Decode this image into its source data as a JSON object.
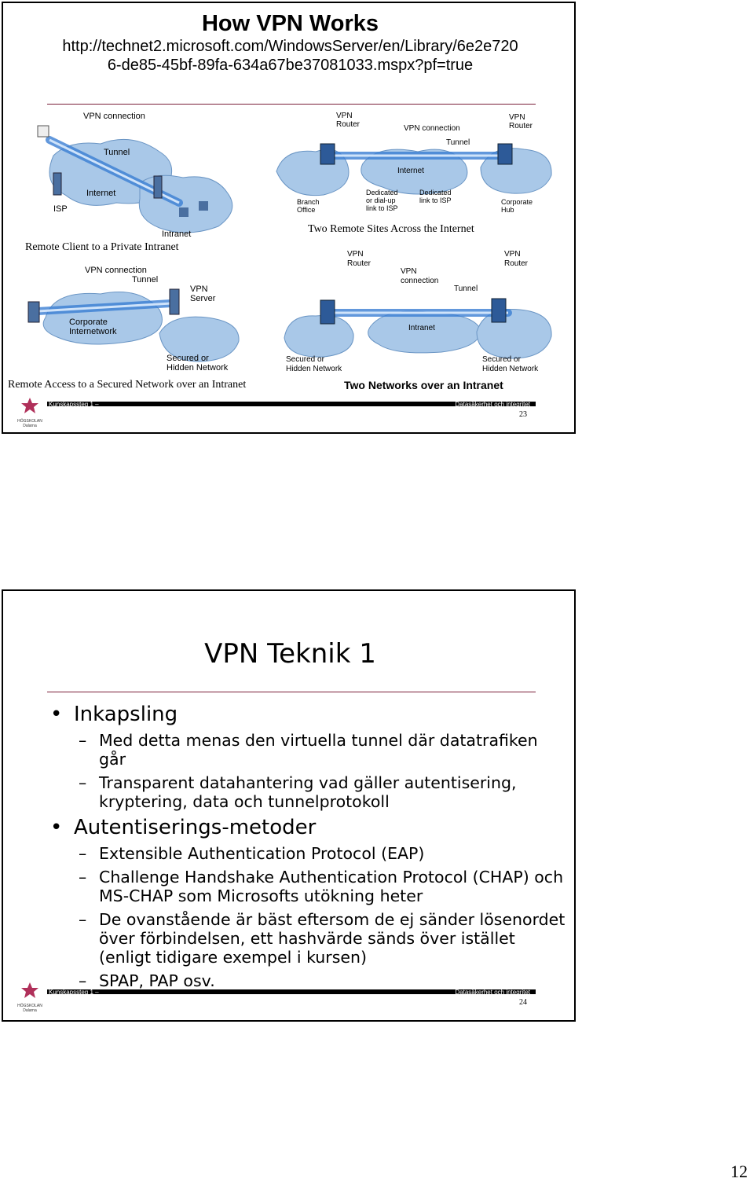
{
  "slide1": {
    "title": "How VPN Works",
    "url_line1": "http://technet2.microsoft.com/WindowsServer/en/Library/6e2e720",
    "url_line2": "6-de85-45bf-89fa-634a67be37081033.mspx?pf=true",
    "diagrams": {
      "remote_client": {
        "caption": "Remote Client to a Private Intranet",
        "labels": {
          "vpn_connection": "VPN connection",
          "tunnel": "Tunnel",
          "internet": "Internet",
          "isp": "ISP",
          "intranet": "Intranet"
        }
      },
      "remote_sites": {
        "caption": "Two Remote Sites Across the Internet",
        "labels": {
          "vpn_router_left": "VPN\nRouter",
          "vpn_connection": "VPN connection",
          "vpn_router_right": "VPN\nRouter",
          "tunnel": "Tunnel",
          "internet": "Internet",
          "branch_office": "Branch\nOffice",
          "dialup": "Dedicated\nor dial-up\nlink to ISP",
          "dedicated": "Dedicated\nlink to ISP",
          "corporate_hub": "Corporate\nHub"
        }
      },
      "remote_access": {
        "caption": "Remote Access to a Secured Network over an Intranet",
        "labels": {
          "vpn_connection": "VPN connection",
          "tunnel": "Tunnel",
          "vpn_server": "VPN\nServer",
          "corporate": "Corporate\nInternetwork",
          "secured": "Secured or\nHidden Network"
        }
      },
      "two_networks": {
        "caption": "Two Networks over an Intranet",
        "labels": {
          "vpn_router_left": "VPN\nRouter",
          "vpn_connection": "VPN\nconnection",
          "vpn_router_right": "VPN\nRouter",
          "tunnel": "Tunnel",
          "intranet": "Intranet",
          "secured_left": "Secured or\nHidden Network",
          "secured_right": "Secured or\nHidden Network"
        }
      }
    },
    "footer_left": "Kunskapssteg 1 –",
    "footer_right": "Datasäkerhet och integritet",
    "page_number": "23",
    "logo_text": "HÖGSKOLAN\nDalarna"
  },
  "slide2": {
    "title": "VPN Teknik 1",
    "bullets": [
      {
        "text": "Inkapsling",
        "sub": [
          "Med detta menas den virtuella tunnel där datatrafiken går",
          "Transparent datahantering vad gäller autentisering, kryptering, data och tunnelprotokoll"
        ]
      },
      {
        "text": "Autentiserings-metoder",
        "sub": [
          "Extensible Authentication Protocol (EAP)",
          "Challenge Handshake Authentication Protocol (CHAP) och MS-CHAP som Microsofts utökning heter",
          "De ovanstående är bäst eftersom de ej sänder lösenordet över förbindelsen, ett hashvärde sänds över istället (enligt tidigare exempel i kursen)",
          "SPAP, PAP osv."
        ]
      }
    ],
    "footer_left": "Kunskapssteg 1 –",
    "footer_right": "Datasäkerhet och integritet",
    "page_number": "24",
    "logo_text": "HÖGSKOLAN\nDalarna"
  },
  "page_number": "12",
  "colors": {
    "accent_line": "#7a1f3a",
    "cloud_fill": "#a9c8e8",
    "cloud_stroke": "#6a95c4",
    "tunnel": "#3b7fd4"
  }
}
